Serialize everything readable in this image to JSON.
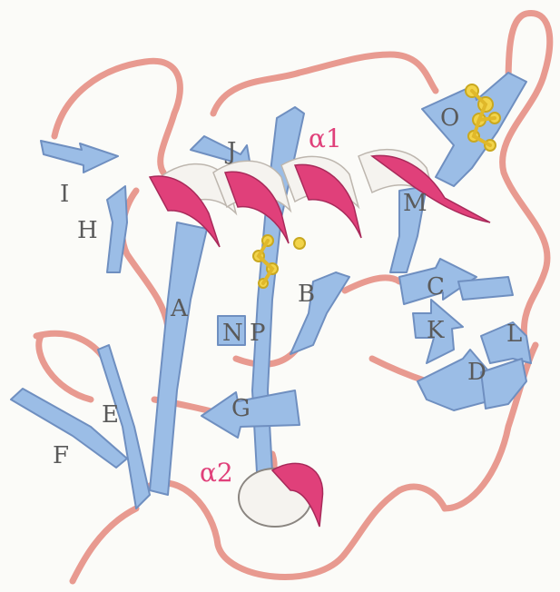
{
  "colors": {
    "coil": "#e89a90",
    "strand": "#9bbde6",
    "strand_edge": "#6f8fc0",
    "helix": "#e0407a",
    "helix_back": "#f5f3ef",
    "disulfide": "#f2d44a",
    "label": "#5a5a5a",
    "helix_label": "#e0407a"
  },
  "strand_labels": [
    "A",
    "B",
    "C",
    "D",
    "E",
    "F",
    "G",
    "H",
    "I",
    "J",
    "K",
    "L",
    "M",
    "N",
    "O",
    "P"
  ],
  "helix_labels": [
    "α1",
    "α2"
  ]
}
